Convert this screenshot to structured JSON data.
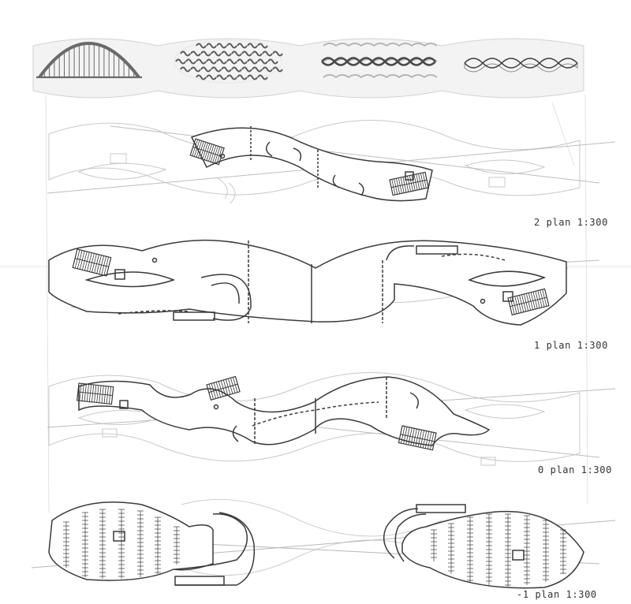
{
  "plans": [
    {
      "id": "level-2",
      "label": "2 plan 1:300"
    },
    {
      "id": "level-1",
      "label": "1 plan 1:300"
    },
    {
      "id": "level-0",
      "label": "0 plan 1:300"
    },
    {
      "id": "level-minus-1",
      "label": "-1 plan 1:300"
    }
  ],
  "concept_strip": {
    "items": [
      {
        "id": "arch-truss",
        "name": "arch-truss-icon"
      },
      {
        "id": "dense-pattern",
        "name": "dense-pattern-icon"
      },
      {
        "id": "braid-pattern",
        "name": "braid-pattern-icon"
      },
      {
        "id": "twisted-ribbon",
        "name": "twisted-ribbon-icon"
      }
    ]
  },
  "colors": {
    "primary_line": "#3a3a3a",
    "ghost_line": "#c4c4c4",
    "faint_line": "#dedede",
    "strip_bg": "#f2f2f2"
  }
}
